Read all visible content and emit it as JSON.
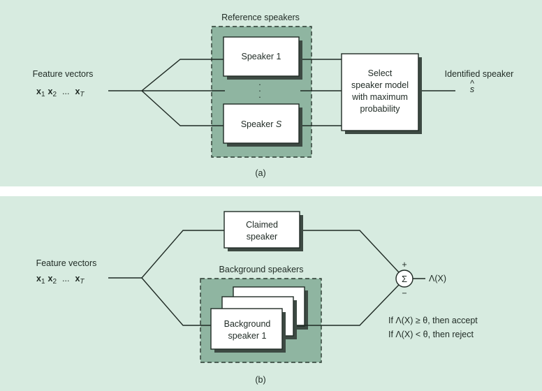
{
  "panel_a": {
    "input_label": "Feature vectors",
    "input_seq": {
      "x1": "x",
      "x1_sub": "1",
      "x2": "x",
      "x2_sub": "2",
      "dots": "...",
      "xT": "x",
      "xT_sub": "T"
    },
    "group_label": "Reference speakers",
    "speaker1": "Speaker 1",
    "vdots": ".",
    "speakerS_prefix": "Speaker ",
    "speakerS_var": "S",
    "select_line1": "Select",
    "select_line2": "speaker model",
    "select_line3": "with maximum",
    "select_line4": "probability",
    "output_label": "Identified speaker",
    "output_symbol": "s",
    "output_hat": "^",
    "caption": "(a)"
  },
  "panel_b": {
    "input_label": "Feature vectors",
    "input_seq": {
      "x1": "x",
      "x1_sub": "1",
      "x2": "x",
      "x2_sub": "2",
      "dots": "...",
      "xT": "x",
      "xT_sub": "T"
    },
    "claimed_line1": "Claimed",
    "claimed_line2": "speaker",
    "group_label": "Background speakers",
    "bg_line1": "Background",
    "bg_line2": "speaker 1",
    "sum_symbol": "Σ",
    "plus": "+",
    "minus": "−",
    "lambda_out": "Λ(X)",
    "rule_accept": "If Λ(X) ≥ θ, then accept",
    "rule_reject": "If Λ(X) < θ, then reject",
    "caption": "(b)"
  },
  "colors": {
    "panel": "#d7ebe0",
    "group_fill": "#8fb5a1",
    "ink": "#1f2a24"
  }
}
